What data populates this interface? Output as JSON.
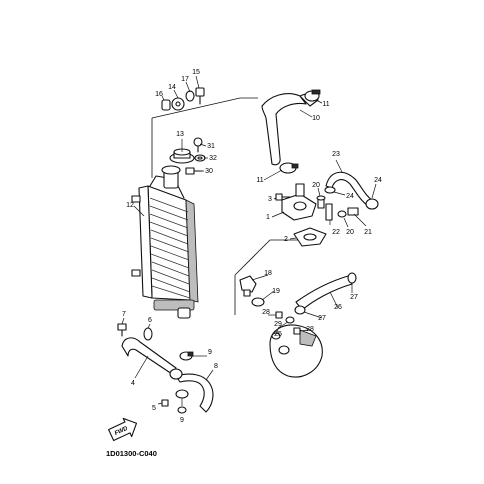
{
  "diagram": {
    "code": "1D01300-C040",
    "fwd_label": "FWD",
    "callouts": [
      "1",
      "2",
      "3",
      "4",
      "5",
      "6",
      "7",
      "8",
      "9",
      "9",
      "10",
      "11",
      "11",
      "12",
      "13",
      "14",
      "15",
      "16",
      "17",
      "18",
      "19",
      "20",
      "20",
      "21",
      "22",
      "23",
      "24",
      "24",
      "25",
      "26",
      "27",
      "27",
      "28",
      "28",
      "29",
      "30",
      "31",
      "32"
    ]
  }
}
